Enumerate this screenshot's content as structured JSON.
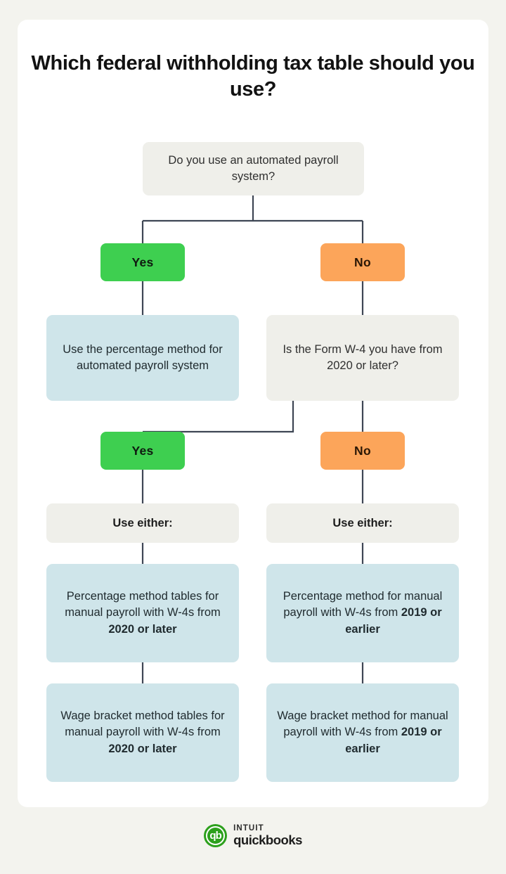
{
  "title": "Which federal withholding tax table should you use?",
  "colors": {
    "page_background": "#f3f3ee",
    "card_background": "#ffffff",
    "question_box": "#efefea",
    "answer_box": "#cfe5ea",
    "yes_pill": "#3ecf50",
    "no_pill": "#fca55a",
    "connector_line": "#3e4654",
    "brand_green": "#2ca01c"
  },
  "flow": {
    "q1": "Do you use an automated payroll system?",
    "q1_yes_label": "Yes",
    "q1_no_label": "No",
    "automated_result": "Use the percentage method for automated payroll system",
    "q2": "Is the Form W-4 you have from 2020 or later?",
    "q2_yes_label": "Yes",
    "q2_no_label": "No",
    "use_either_left": "Use either:",
    "use_either_right": "Use either:",
    "left_option_1_text": "Percentage method tables for manual payroll with W-4s from ",
    "left_option_1_bold": "2020 or later",
    "left_option_2_text": "Wage bracket method tables for manual payroll with W-4s from ",
    "left_option_2_bold": "2020 or later",
    "right_option_1_text": "Percentage method for manual payroll with W-4s from ",
    "right_option_1_bold": "2019 or earlier",
    "right_option_2_text": "Wage bracket method for manual payroll with W-4s from ",
    "right_option_2_bold": "2019 or earlier"
  },
  "footer": {
    "mark_letters": "qb",
    "brand_top": "INTUIT",
    "brand_bottom": "quickbooks"
  }
}
